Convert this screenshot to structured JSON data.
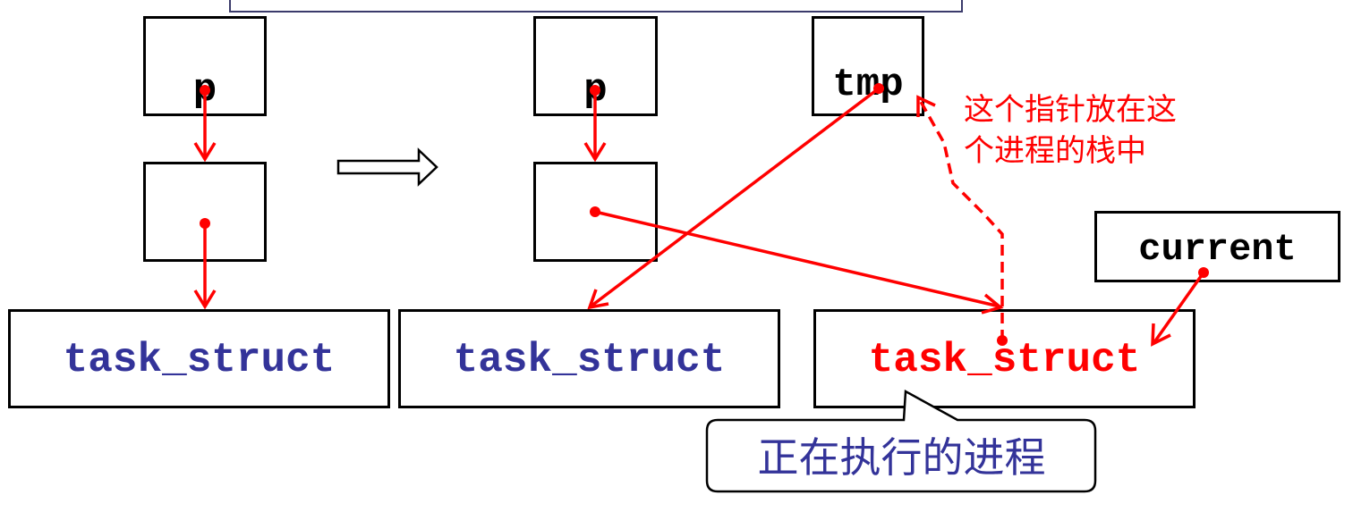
{
  "diagram": {
    "before": {
      "pointer_var": "p",
      "struct_label": "task_struct"
    },
    "after": {
      "pointer_var": "p",
      "temp_var": "tmp",
      "struct_label_left": "task_struct",
      "struct_label_current": "task_struct",
      "current_var": "current"
    },
    "note": {
      "line1": "这个指针放在这",
      "line2": "个进程的栈中"
    },
    "callout": "正在执行的进程",
    "colors": {
      "pointer": "#ff0000",
      "struct_text": "#333399",
      "current_struct_text": "#ff0000",
      "callout_text": "#333399",
      "border": "#000000"
    }
  }
}
